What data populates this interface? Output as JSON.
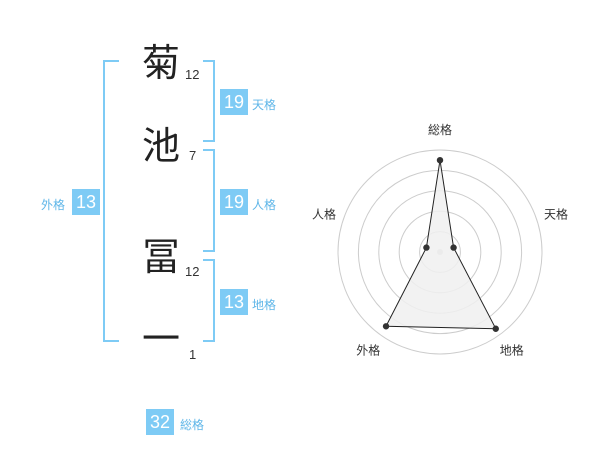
{
  "name": {
    "chars": [
      {
        "char": "菊",
        "strokes": "12"
      },
      {
        "char": "池",
        "strokes": "7"
      },
      {
        "char": "冨",
        "strokes": "12"
      },
      {
        "char": "一",
        "strokes": "1"
      }
    ]
  },
  "kaku": {
    "ten": {
      "value": "19",
      "label": "天格"
    },
    "jin": {
      "value": "19",
      "label": "人格"
    },
    "chi": {
      "value": "13",
      "label": "地格"
    },
    "gai": {
      "value": "13",
      "label": "外格"
    },
    "sou": {
      "value": "32",
      "label": "総格"
    }
  },
  "chart_data": {
    "type": "radar",
    "axes": [
      "総格",
      "天格",
      "地格",
      "外格",
      "人格"
    ],
    "values": [
      0.9,
      0.14,
      0.93,
      0.9,
      0.14
    ],
    "rings": 5,
    "colors": {
      "fill": "#f0f0f0",
      "stroke": "#222222",
      "grid": "#cccccc",
      "dot": "#333333"
    }
  }
}
